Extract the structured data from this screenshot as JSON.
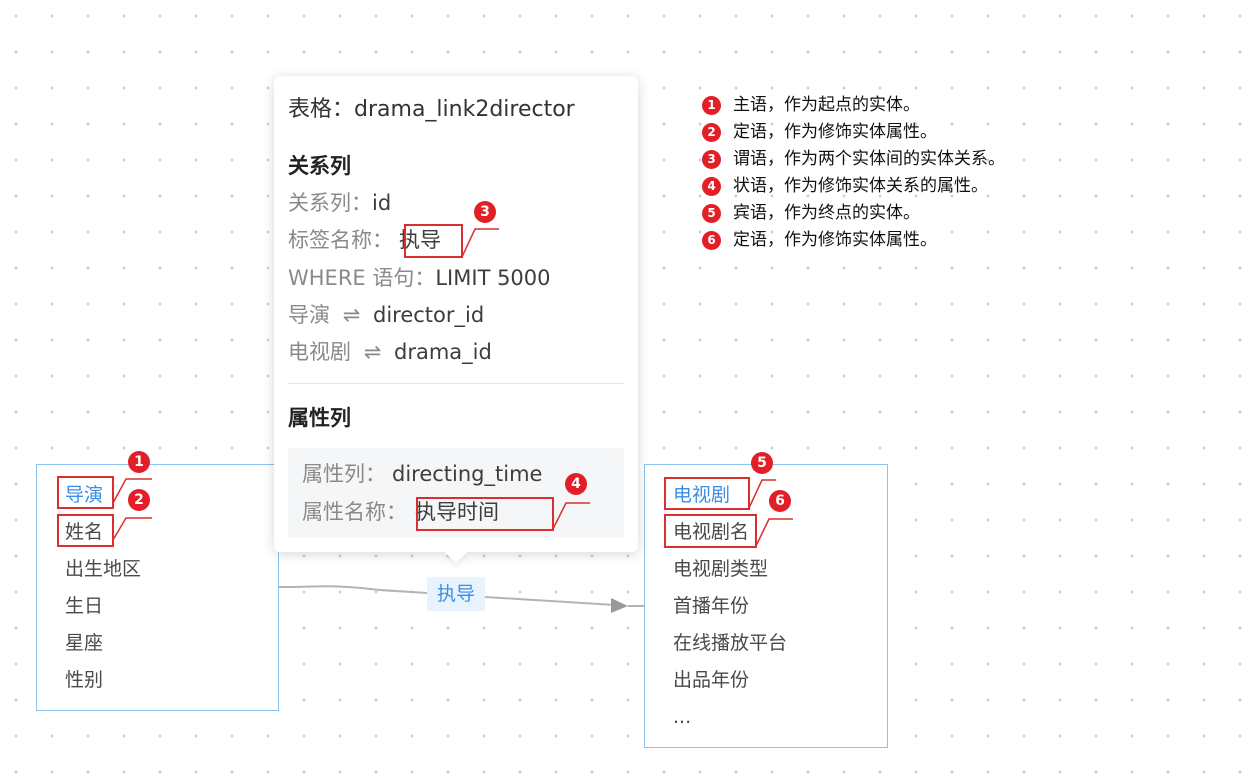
{
  "left_entity": {
    "fields": [
      "导演",
      "姓名",
      "出生地区",
      "生日",
      "星座",
      "性别"
    ]
  },
  "right_entity": {
    "fields": [
      "电视剧",
      "电视剧名",
      "电视剧类型",
      "首播年份",
      "在线播放平台",
      "出品年份",
      "..."
    ]
  },
  "edge_label": "执导",
  "tooltip": {
    "table_label": "表格：",
    "table_name": "drama_link2director",
    "relation_heading": "关系列",
    "relation_col_key": "关系列：",
    "relation_col_val": "id",
    "tag_name_key": "标签名称：",
    "tag_name_val": "执导",
    "where_key": "WHERE 语句：",
    "where_val": "LIMIT 5000",
    "map1_from": "导演",
    "map1_sym": "⇌",
    "map1_to": "director_id",
    "map2_from": "电视剧",
    "map2_sym": "⇌",
    "map2_to": "drama_id",
    "attr_heading": "属性列",
    "attr_col_key": "属性列：",
    "attr_col_val": "directing_time",
    "attr_name_key": "属性名称：",
    "attr_name_val": "执导时间"
  },
  "badges": [
    "1",
    "2",
    "3",
    "4",
    "5",
    "6"
  ],
  "legend": [
    {
      "num": "1",
      "text": "主语，作为起点的实体。"
    },
    {
      "num": "2",
      "text": "定语，作为修饰实体属性。"
    },
    {
      "num": "3",
      "text": "谓语，作为两个实体间的实体关系。"
    },
    {
      "num": "4",
      "text": "状语，作为修饰实体关系的属性。"
    },
    {
      "num": "5",
      "text": "宾语，作为终点的实体。"
    },
    {
      "num": "6",
      "text": "定语，作为修饰实体属性。"
    }
  ],
  "colors": {
    "accent": "#3a8ee6",
    "entity_border": "#8cc2f0",
    "annotation_red": "#d9302f",
    "badge_red": "#e21e26"
  }
}
